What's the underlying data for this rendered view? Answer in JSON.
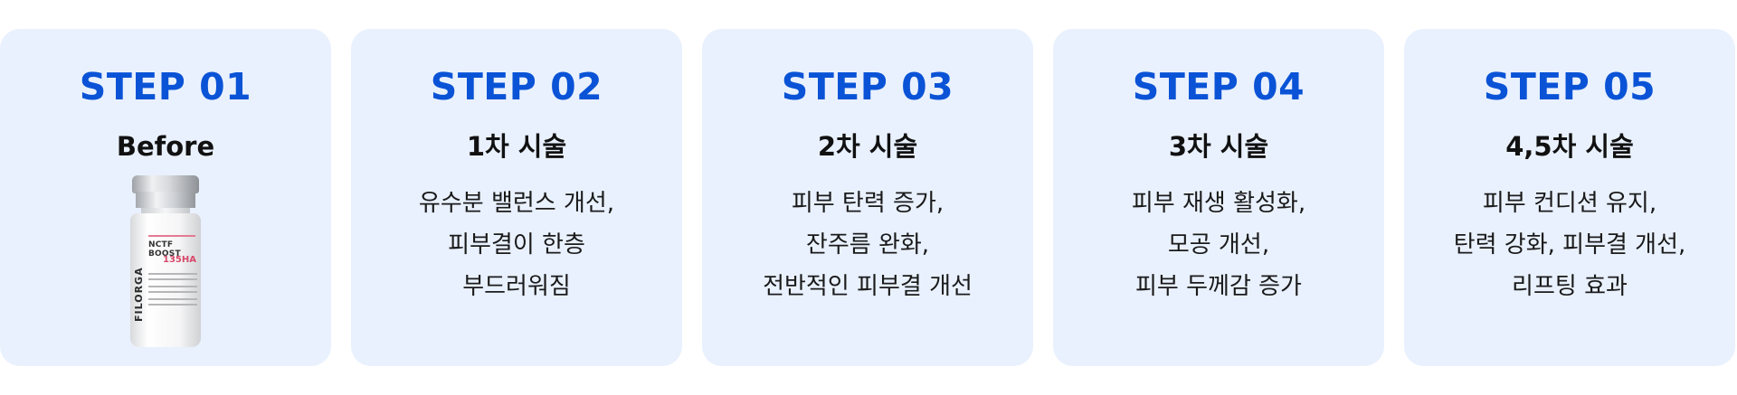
{
  "steps": [
    {
      "title": "STEP 01",
      "subtitle": "Before",
      "image": {
        "type": "vial",
        "icon": "product-vial-icon",
        "brand": "FILORGA",
        "name": "NCTF BOOST",
        "code": "135HA"
      }
    },
    {
      "title": "STEP 02",
      "subtitle": "1차 시술",
      "desc": [
        "유수분 밸런스 개선,",
        "피부결이 한층",
        "부드러워짐"
      ]
    },
    {
      "title": "STEP 03",
      "subtitle": "2차 시술",
      "desc": [
        "피부 탄력 증가,",
        "잔주름 완화,",
        "전반적인 피부결 개선"
      ]
    },
    {
      "title": "STEP 04",
      "subtitle": "3차 시술",
      "desc": [
        "피부 재생 활성화,",
        "모공 개선,",
        "피부 두께감 증가"
      ]
    },
    {
      "title": "STEP 05",
      "subtitle": "4,5차 시술",
      "desc": [
        "피부 컨디션 유지,",
        "탄력 강화, 피부결 개선,",
        "리프팅 효과"
      ]
    }
  ],
  "colors": {
    "card_bg": "#e9f1fe",
    "title": "#0a53d6",
    "text": "#111111"
  }
}
